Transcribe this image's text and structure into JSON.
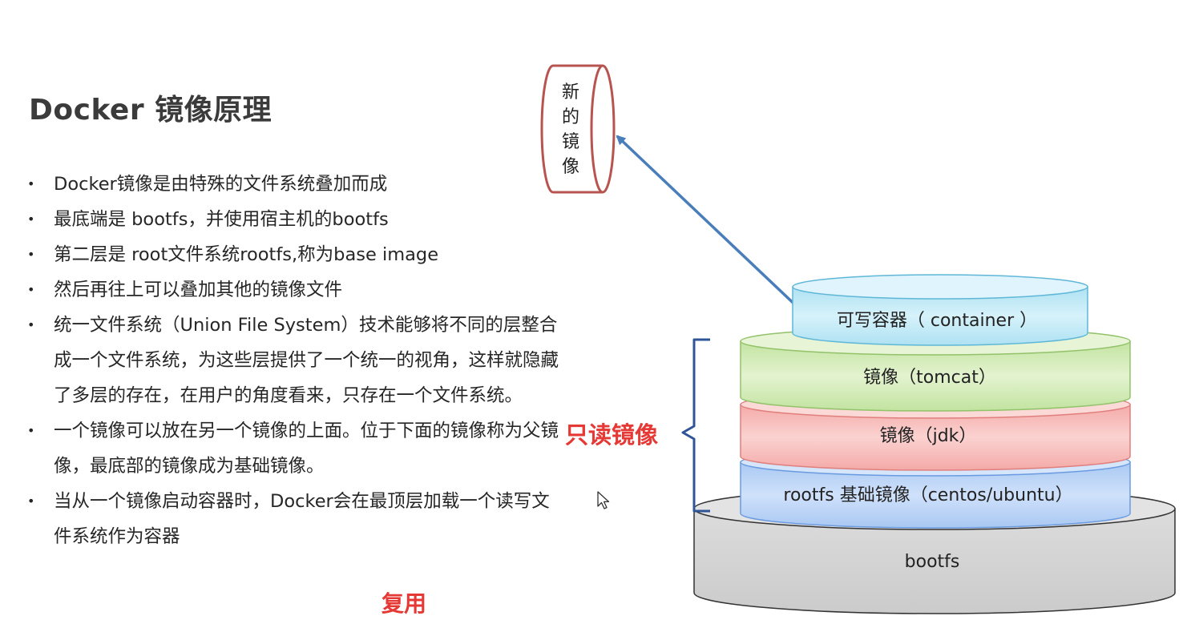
{
  "slide": {
    "title": "Docker 镜像原理",
    "bullets": [
      "Docker镜像是由特殊的文件系统叠加而成",
      "最底端是 bootfs，并使用宿主机的bootfs",
      "第二层是 root文件系统rootfs,称为base image",
      "然后再往上可以叠加其他的镜像文件",
      "统一文件系统（Union File System）技术能够将不同的层整合成一个文件系统，为这些层提供了一个统一的视角，这样就隐藏了多层的存在，在用户的角度看来，只存在一个文件系统。",
      "一个镜像可以放在另一个镜像的上面。位于下面的镜像称为父镜像，最底部的镜像成为基础镜像。",
      "当从一个镜像启动容器时，Docker会在最顶层加载一个读写文件系统作为容器"
    ],
    "reuse_note": "复用"
  },
  "diagram": {
    "new_image": "新\n的\n镜\n像",
    "readonly_label": "只读镜像",
    "layers": {
      "container": "可写容器（ container ）",
      "tomcat": "镜像（tomcat）",
      "jdk": "镜像（jdk）",
      "rootfs": "rootfs 基础镜像（centos/ubuntu）",
      "bootfs": "bootfs"
    },
    "colors": {
      "accent_red": "#e53935",
      "arrow_blue": "#4a7ebb",
      "bracket_blue": "#2f5597",
      "container_fill": "#c5ecf7",
      "tomcat_fill": "#d5edbb",
      "jdk_fill": "#f8c2c0",
      "rootfs_fill": "#c3daf9",
      "bootfs_fill": "#d6d6d6",
      "new_image_border": "#b85450"
    }
  }
}
